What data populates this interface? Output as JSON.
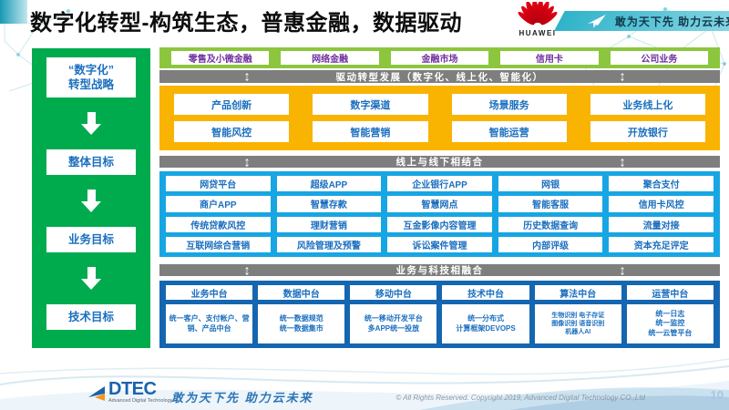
{
  "header": {
    "title": "数字化转型-构筑生态，普惠金融，数据驱动",
    "huawei_wordmark": "HUAWEI",
    "banner_slogan": "敢为天下先 助力云未来"
  },
  "icons": {
    "updown_arrow": "↕"
  },
  "strategy_panel": {
    "steps": [
      "“数字化”\n转型战略",
      "整体目标",
      "业务目标",
      "技术目标"
    ]
  },
  "business_lines": {
    "items": [
      "零售及小微金融",
      "网络金融",
      "金融市场",
      "信用卡",
      "公司业务"
    ]
  },
  "bars": {
    "drive": "驱动转型发展（数字化、线上化、智能化）",
    "online_offline": "线上与线下相结合",
    "tech_fusion": "业务与科技相融合"
  },
  "capabilities": {
    "rows": [
      [
        "产品创新",
        "数字渠道",
        "场景服务",
        "业务线上化"
      ],
      [
        "智能风控",
        "智能营销",
        "智能运营",
        "开放银行"
      ]
    ]
  },
  "channels": {
    "rows": [
      [
        "网贷平台",
        "超级APP",
        "企业银行APP",
        "网银",
        "聚合支付"
      ],
      [
        "商户APP",
        "智慧存款",
        "智慧网点",
        "智能客服",
        "信用卡风控"
      ],
      [
        "传统贷款风控",
        "理财营销",
        "互金影像内容管理",
        "历史数据查询",
        "流量对接"
      ],
      [
        "互联网综合营销",
        "风险管理及预警",
        "诉讼案件管理",
        "内部评级",
        "资本充足评定"
      ]
    ]
  },
  "middle_platforms": {
    "columns": [
      {
        "title": "业务中台",
        "desc": "统一客户、支付帐户、营销、产品中台"
      },
      {
        "title": "数据中台",
        "desc": "统一数据规范\n统一数据集市"
      },
      {
        "title": "移动中台",
        "desc": "统一移动开发平台\n多APP统一投放"
      },
      {
        "title": "技术中台",
        "desc": "统一分布式\n计算框架DEVOPS"
      },
      {
        "title": "算法中台",
        "desc": "生物识别 电子存证\n图像识别 语音识别\n机器人AI"
      },
      {
        "title": "运营中台",
        "desc": "统一日志\n统一监控\n统一云管平台"
      }
    ]
  },
  "footer": {
    "logo_text": "DTEC",
    "logo_subtext": "Advanced Digital Technology",
    "slogan": "敢为天下先   助力云未来",
    "copyright": "© All Rights Reserved. Copyright 2019, Advanced Digital Technology CO.,Ltd",
    "page_number": "10"
  }
}
